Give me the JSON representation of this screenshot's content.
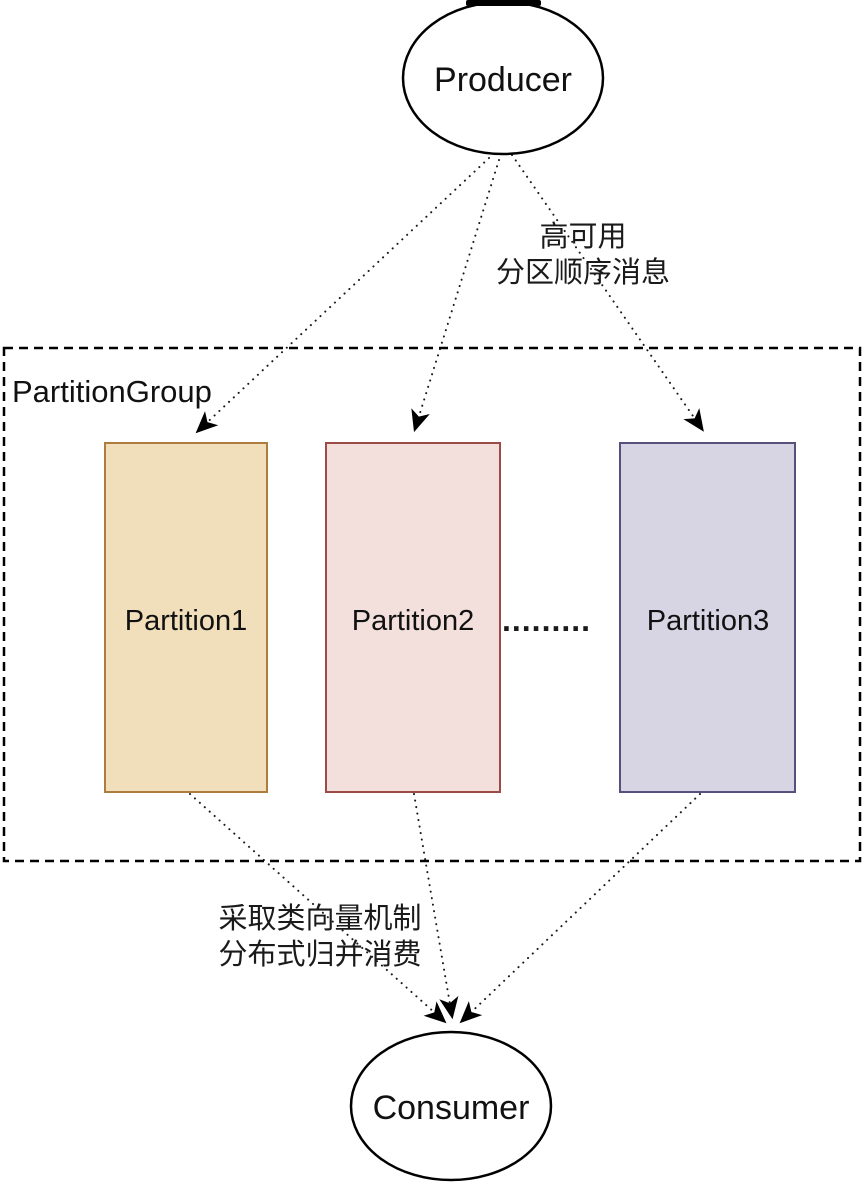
{
  "diagram": {
    "producer": {
      "label": "Producer"
    },
    "consumer": {
      "label": "Consumer"
    },
    "partition_group": {
      "label": "PartitionGroup"
    },
    "partitions": [
      {
        "label": "Partition1",
        "fill": "#F1DFBC",
        "stroke": "#AE7C3C"
      },
      {
        "label": "Partition2",
        "fill": "#F3E0DD",
        "stroke": "#9D4B47"
      },
      {
        "label": "Partition3",
        "fill": "#D7D4E4",
        "stroke": "#56517C"
      }
    ],
    "ellipsis_label": ".........",
    "producer_note": {
      "line1": "高可用",
      "line2": "分区顺序消息"
    },
    "consumer_note": {
      "line1": "采取类向量机制",
      "line2": "分布式归并消费"
    },
    "colors": {
      "node_stroke": "#000000",
      "text": "#111111",
      "background": "#FFFFFF"
    }
  }
}
